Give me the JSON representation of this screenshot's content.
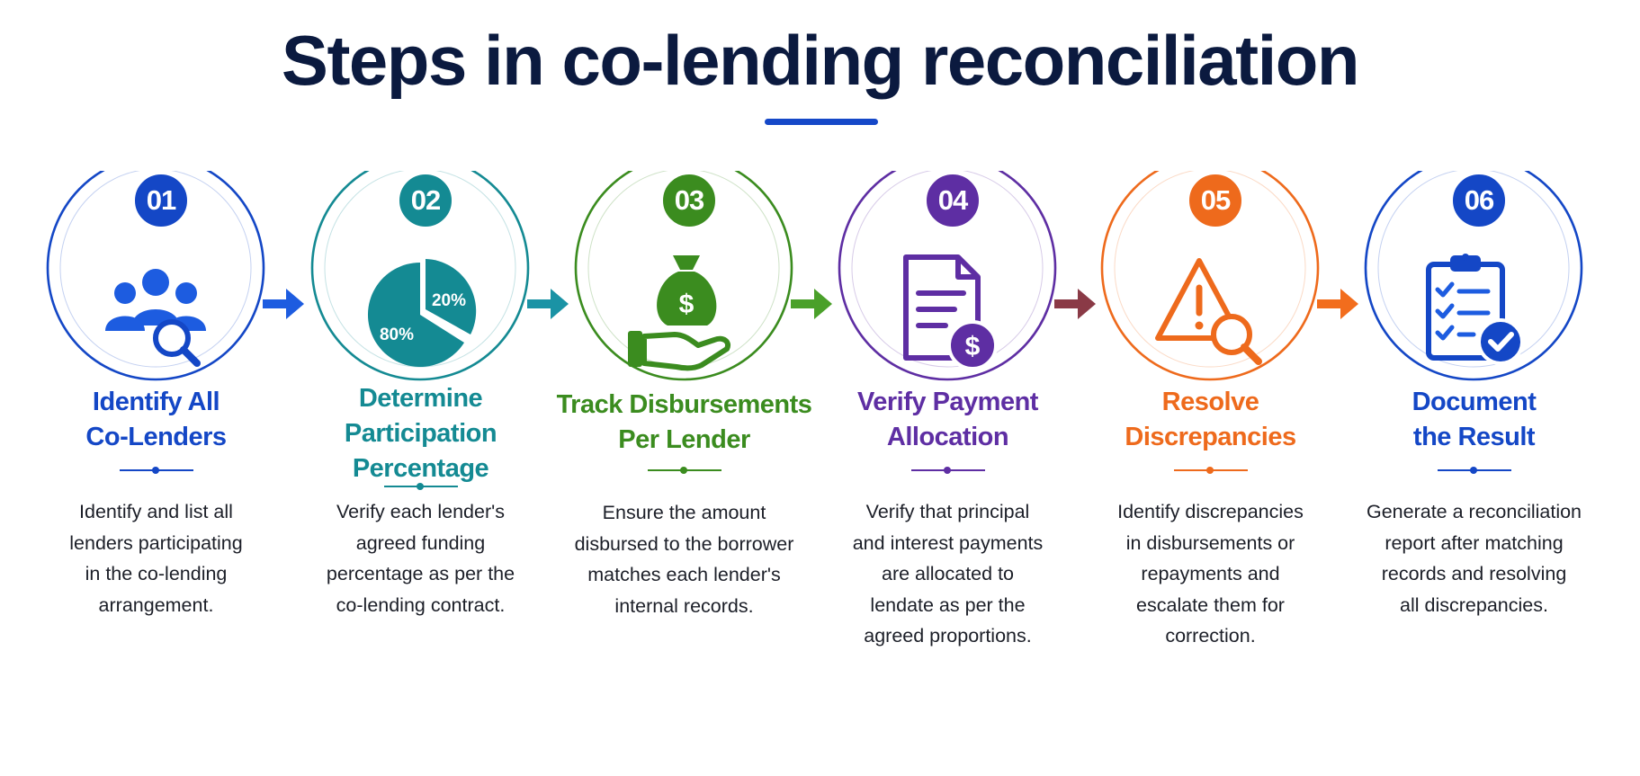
{
  "title": "Steps in co-lending reconciliation",
  "steps": [
    {
      "number": "01",
      "heading_lines": [
        "Identify All",
        "Co-Lenders"
      ],
      "description_lines": [
        "Identify and list all",
        "lenders participating",
        "in the co-lending",
        "arrangement."
      ],
      "color": "#1447c6",
      "icon": "people-search-icon"
    },
    {
      "number": "02",
      "heading_lines": [
        "Determine",
        "Participation",
        "Percentage"
      ],
      "description_lines": [
        "Verify each lender's",
        "agreed funding",
        "percentage as per the",
        "co-lending contract."
      ],
      "color": "#148a93",
      "icon": "pie-chart-icon",
      "pie_labels": [
        "20%",
        "80%"
      ]
    },
    {
      "number": "03",
      "heading_lines": [
        "Track Disbursements",
        "Per Lender"
      ],
      "description_lines": [
        "Ensure the amount",
        "disbursed to the borrower",
        "matches each lender's",
        "internal records."
      ],
      "color": "#3b8c1f",
      "icon": "money-bag-hand-icon"
    },
    {
      "number": "04",
      "heading_lines": [
        "Verify Payment",
        "Allocation"
      ],
      "description_lines": [
        "Verify that principal",
        "and interest payments",
        "are allocated to",
        "lendate as per the",
        "agreed proportions."
      ],
      "color": "#5e2ea3",
      "icon": "invoice-dollar-icon"
    },
    {
      "number": "05",
      "heading_lines": [
        "Resolve",
        "Discrepancies"
      ],
      "description_lines": [
        "Identify discrepancies",
        "in disbursements or",
        "repayments and",
        "escalate them for",
        "correction."
      ],
      "color": "#ee6a1c",
      "icon": "warning-search-icon"
    },
    {
      "number": "06",
      "heading_lines": [
        "Document",
        "the Result"
      ],
      "description_lines": [
        "Generate a reconciliation",
        "report after matching",
        "records and resolving",
        "all discrepancies."
      ],
      "color": "#1447c6",
      "icon": "clipboard-check-icon"
    }
  ],
  "arrows": [
    {
      "from": "01",
      "to": "02",
      "color": "#1d5ce0"
    },
    {
      "from": "02",
      "to": "03",
      "color": "#1a93a5"
    },
    {
      "from": "03",
      "to": "04",
      "color": "#4aa02a"
    },
    {
      "from": "04",
      "to": "05",
      "color": "#8a3a46"
    },
    {
      "from": "05",
      "to": "06",
      "color": "#f26d1d"
    }
  ]
}
